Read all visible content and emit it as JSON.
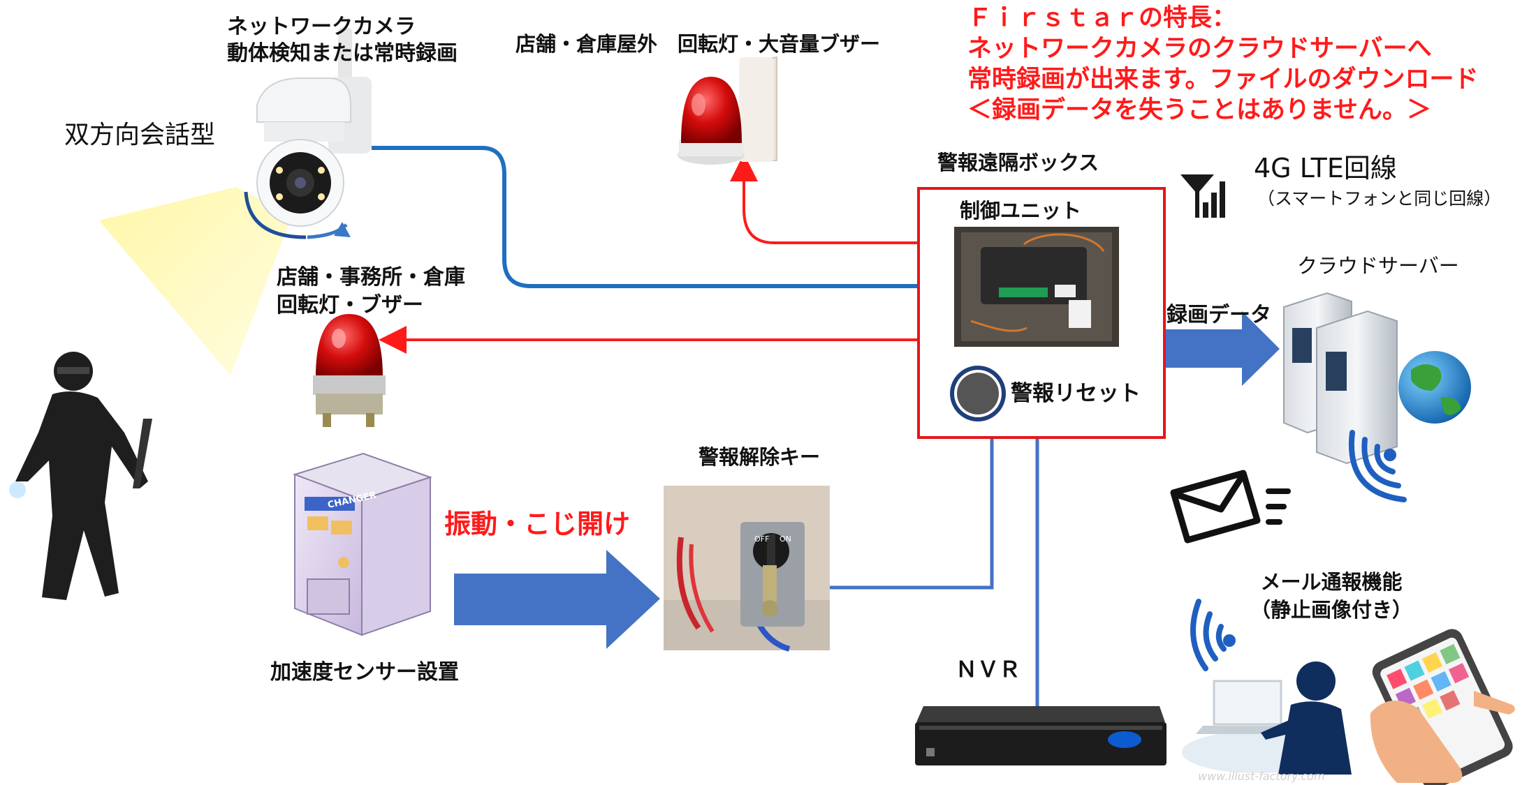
{
  "colors": {
    "red": "#ff1a1a",
    "blue_line": "#1f6fbf",
    "arrow_blue": "#4472c4",
    "box_border": "#e8141a",
    "text": "#111111"
  },
  "features": {
    "line1": "Ｆｉｒｓｔａｒの特長：",
    "line2": "ネットワークカメラのクラウドサーバーへ",
    "line3": "常時録画が出来ます。ファイルのダウンロード",
    "line4": "＜録画データを失うことはありません。＞"
  },
  "labels": {
    "camera_line1": "ネットワークカメラ",
    "camera_line2": "動体検知または常時録画",
    "two_way": "双方向会話型",
    "outdoor": "店舗・倉庫屋外　回転灯・大音量ブザー",
    "indoor_line1": "店舗・事務所・倉庫",
    "indoor_line2": "回転灯・ブザー",
    "alarm_box": "警報遠隔ボックス",
    "control_unit": "制御ユニット",
    "alarm_reset": "警報リセット",
    "lte": "4G LTE回線",
    "lte_note": "（スマートフォンと同じ回線）",
    "cloud_server": "クラウドサーバー",
    "recording_data": "録画データ",
    "disarm_key": "警報解除キー",
    "vibration": "振動・こじ開け",
    "sensor": "加速度センサー設置",
    "nvr": "ＮＶＲ",
    "mail_line1": "メール通報機能",
    "mail_line2": "（静止画像付き）"
  },
  "image_text": {
    "changer": "CHANGER",
    "key_off": "OFF",
    "key_on": "ON",
    "watermark": "www.illust-factory.com"
  },
  "icons": [
    "network-camera-icon",
    "siren-wall-icon",
    "siren-tabletop-icon",
    "burglar-icon",
    "control-unit-icon",
    "reset-button-icon",
    "antenna-signal-icon",
    "cloud-server-icon",
    "globe-icon",
    "wifi-icon",
    "mail-icon",
    "changer-machine-icon",
    "key-switch-icon",
    "nvr-icon",
    "laptop-user-icon",
    "smartphone-icon"
  ]
}
